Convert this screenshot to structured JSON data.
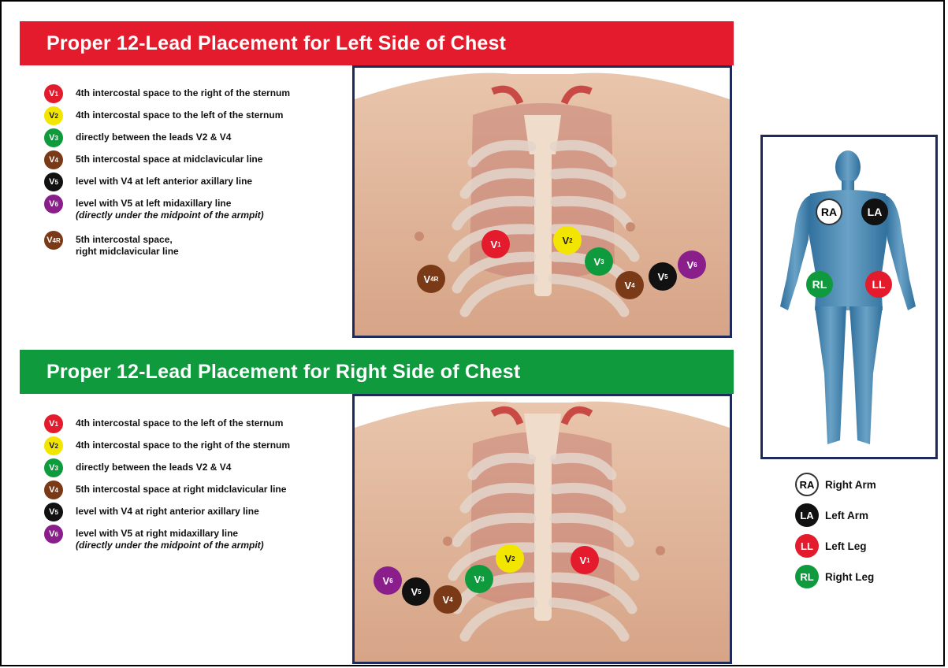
{
  "top_section": {
    "title": "Proper 12-Lead Placement for Left Side of Chest",
    "legend": [
      {
        "lead": "V1",
        "color": "#e31b2c",
        "text": "4th intercostal space to the right of the sternum",
        "note": ""
      },
      {
        "lead": "V2",
        "color": "#f2e600",
        "text": "4th intercostal space to the left of the sternum",
        "note": ""
      },
      {
        "lead": "V3",
        "color": "#0f9a3e",
        "text": "directly between the leads V2 & V4",
        "note": ""
      },
      {
        "lead": "V4",
        "color": "#7b3a17",
        "text": "5th intercostal space at midclavicular line",
        "note": ""
      },
      {
        "lead": "V5",
        "color": "#111111",
        "text": "level with V4 at left anterior axillary line",
        "note": ""
      },
      {
        "lead": "V6",
        "color": "#8a1f8c",
        "text": "level with V5 at left midaxillary line",
        "note": "(directly under the midpoint of the armpit)"
      },
      {
        "lead": "V4R",
        "color": "#7b3a17",
        "text": "5th intercostal space,",
        "note": "right midclavicular line"
      }
    ],
    "markers": [
      {
        "lead": "V1",
        "color": "#e31b2c"
      },
      {
        "lead": "V2",
        "color": "#f2e600"
      },
      {
        "lead": "V3",
        "color": "#0f9a3e"
      },
      {
        "lead": "V4",
        "color": "#7b3a17"
      },
      {
        "lead": "V5",
        "color": "#111111"
      },
      {
        "lead": "V6",
        "color": "#8a1f8c"
      },
      {
        "lead": "V4R",
        "color": "#7b3a17"
      }
    ]
  },
  "bottom_section": {
    "title": "Proper 12-Lead Placement for Right Side of Chest",
    "legend": [
      {
        "lead": "V1",
        "color": "#e31b2c",
        "text": "4th intercostal space to the left of the sternum",
        "note": ""
      },
      {
        "lead": "V2",
        "color": "#f2e600",
        "text": "4th intercostal space to the right of the sternum",
        "note": ""
      },
      {
        "lead": "V3",
        "color": "#0f9a3e",
        "text": "directly between the leads V2 & V4",
        "note": ""
      },
      {
        "lead": "V4",
        "color": "#7b3a17",
        "text": "5th intercostal space at right midclavicular line",
        "note": ""
      },
      {
        "lead": "V5",
        "color": "#111111",
        "text": "level with V4 at right anterior axillary line",
        "note": ""
      },
      {
        "lead": "V6",
        "color": "#8a1f8c",
        "text": "level with V5 at right midaxillary line",
        "note": "(directly under the midpoint of the armpit)"
      }
    ],
    "markers": [
      {
        "lead": "V1",
        "color": "#e31b2c"
      },
      {
        "lead": "V2",
        "color": "#f2e600"
      },
      {
        "lead": "V3",
        "color": "#0f9a3e"
      },
      {
        "lead": "V4",
        "color": "#7b3a17"
      },
      {
        "lead": "V5",
        "color": "#111111"
      },
      {
        "lead": "V6",
        "color": "#8a1f8c"
      }
    ]
  },
  "limb_leads": {
    "markers": [
      "RA",
      "LA",
      "RL",
      "LL"
    ],
    "key": [
      {
        "code": "RA",
        "label": "Right Arm",
        "color": "#ffffff"
      },
      {
        "code": "LA",
        "label": "Left Arm",
        "color": "#111111"
      },
      {
        "code": "LL",
        "label": "Left Leg",
        "color": "#e31b2c"
      },
      {
        "code": "RL",
        "label": "Right Leg",
        "color": "#0f9a3e"
      }
    ]
  }
}
